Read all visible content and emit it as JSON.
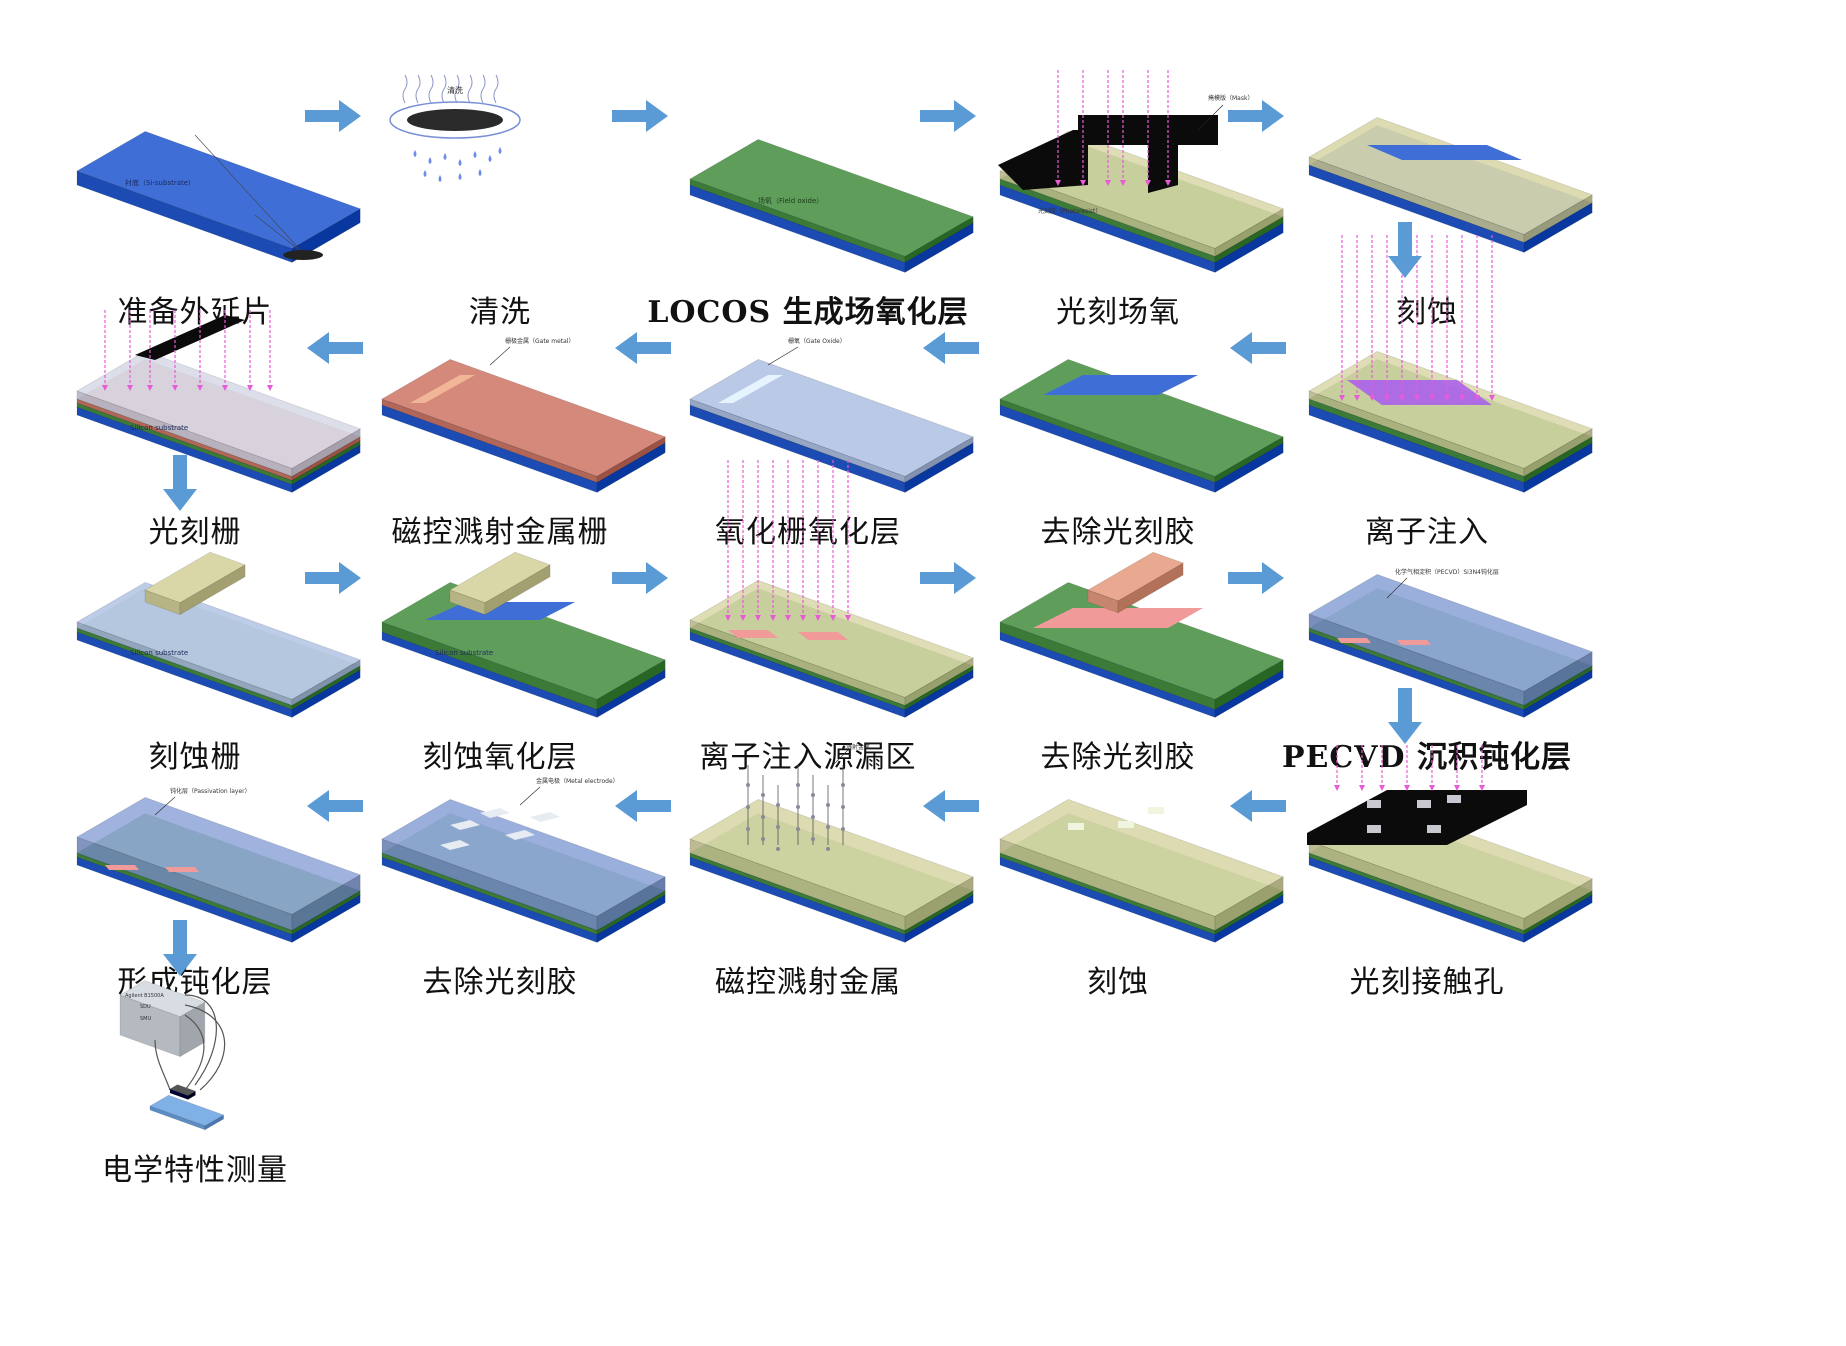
{
  "steps": [
    {
      "label": "准备外延片",
      "annotations": [
        "衬底（Si-substrate）"
      ]
    },
    {
      "label": "清洗",
      "annotations": [
        "清洗"
      ]
    },
    {
      "label": "LOCOS 生成场氧化层",
      "annotations": [
        "场氧（Field oxide）"
      ]
    },
    {
      "label": "光刻场氧",
      "annotations": [
        "掩模版（Mask）",
        "光刻胶（Photoresist）"
      ]
    },
    {
      "label": "刻蚀",
      "annotations": []
    },
    {
      "label": "离子注入",
      "annotations": []
    },
    {
      "label": "去除光刻胶",
      "annotations": []
    },
    {
      "label": "氧化栅氧化层",
      "annotations": [
        "栅氧（Gate Oxide）"
      ]
    },
    {
      "label": "磁控溅射金属栅",
      "annotations": [
        "栅极金属（Gate metal）"
      ]
    },
    {
      "label": "光刻栅",
      "annotations": [
        "Silicon substrate"
      ]
    },
    {
      "label": "刻蚀栅",
      "annotations": [
        "Silicon substrate"
      ]
    },
    {
      "label": "刻蚀氧化层",
      "annotations": [
        "Silicon substrate"
      ]
    },
    {
      "label": "离子注入源漏区",
      "annotations": []
    },
    {
      "label": "去除光刻胶",
      "annotations": []
    },
    {
      "label": "PECVD 沉积钝化层",
      "annotations": [
        "化学气相淀积（PECVD）Si3N4钝化层"
      ]
    },
    {
      "label": "光刻接触孔",
      "annotations": []
    },
    {
      "label": "刻蚀",
      "annotations": []
    },
    {
      "label": "磁控溅射金属",
      "annotations": [
        "溅射金属"
      ]
    },
    {
      "label": "去除光刻胶",
      "annotations": [
        "金属电极（Metal electrode）"
      ]
    },
    {
      "label": "形成钝化层",
      "annotations": [
        "钝化层（Passivation layer）"
      ]
    },
    {
      "label": "电学特性测量",
      "annotations": [
        "Agilent B1500A",
        "SDU",
        "SMU"
      ]
    }
  ],
  "colors": {
    "substrate": "#3f6fd6",
    "field_oxide": "#5f9e5a",
    "photoresist": "#d9d7a8",
    "gate_metal": "#d4897a",
    "implant": "#a85bf0",
    "source_drain": "#f19a9a",
    "passivation": "#8fa6d8",
    "arrow": "#5b9bd5"
  }
}
